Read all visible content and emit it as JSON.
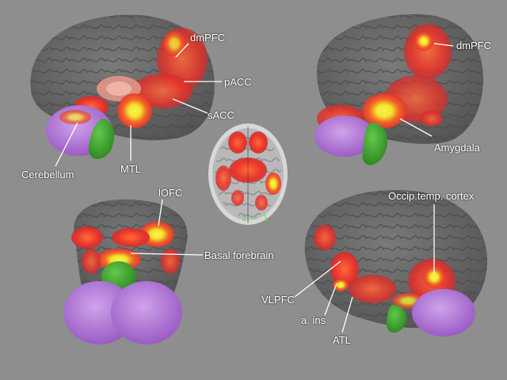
{
  "colors": {
    "background": "#8e8e8e",
    "cortex": "#6b6b6b",
    "cortex_dark": "#4f4f4f",
    "activation_red": "#e8352b",
    "activation_orange": "#f26a2a",
    "activation_yellow": "#f3e628",
    "cerebellum": "#b477d8",
    "brainstem": "#3fa52f",
    "label_text": "#ffffff",
    "slice_label_text": "#5be05b"
  },
  "panels": {
    "medial_left": {
      "labels": {
        "dmpfc": "dmPFC",
        "pacc": "pACC",
        "sacc": "sACC",
        "mtl": "MTL",
        "cerebellum": "Cerebellum"
      }
    },
    "medial_right": {
      "labels": {
        "dmpfc": "dmPFC",
        "amygdala": "Amygdala"
      }
    },
    "axial_slice": {
      "label": "z = 1"
    },
    "ventral": {
      "labels": {
        "lofc": "lOFC",
        "basal_forebrain": "Basal forebrain"
      }
    },
    "lateral": {
      "labels": {
        "occip_temp": "Occip.temp. cortex",
        "vlpfc": "VLPFC",
        "a_ins": "a. ins",
        "atl": "ATL"
      }
    }
  }
}
